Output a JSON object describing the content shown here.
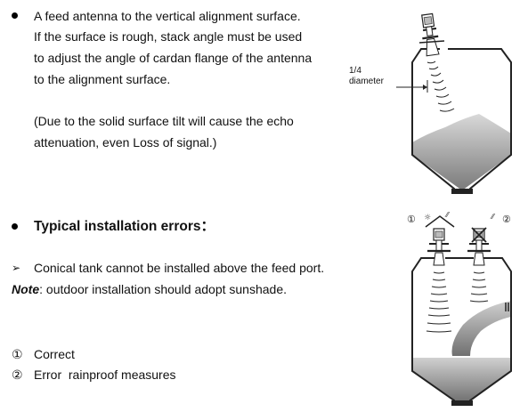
{
  "section1": {
    "lines": [
      "A feed antenna to the vertical alignment surface.",
      "If the surface is rough, stack angle must be used",
      "to adjust the angle of cardan flange of the antenna",
      "to the alignment surface."
    ],
    "note_lines": [
      "(Due to the solid surface tilt will cause the echo",
      "attenuation, even Loss of signal.)"
    ]
  },
  "section2": {
    "heading": "Typical installation errors：",
    "arrow_glyph": "➢",
    "arrow_item": "Conical tank cannot be installed above the feed port.",
    "note_label": "Note",
    "note_text": ": outdoor installation should adopt sunshade.",
    "legend": [
      {
        "marker": "①",
        "text": "Correct"
      },
      {
        "marker": "②",
        "text": "Error  rainproof measures"
      }
    ]
  },
  "figure1": {
    "label_line1": "1/4",
    "label_line2": "diameter"
  },
  "figure2": {
    "marker1": "①",
    "marker2": "②"
  }
}
